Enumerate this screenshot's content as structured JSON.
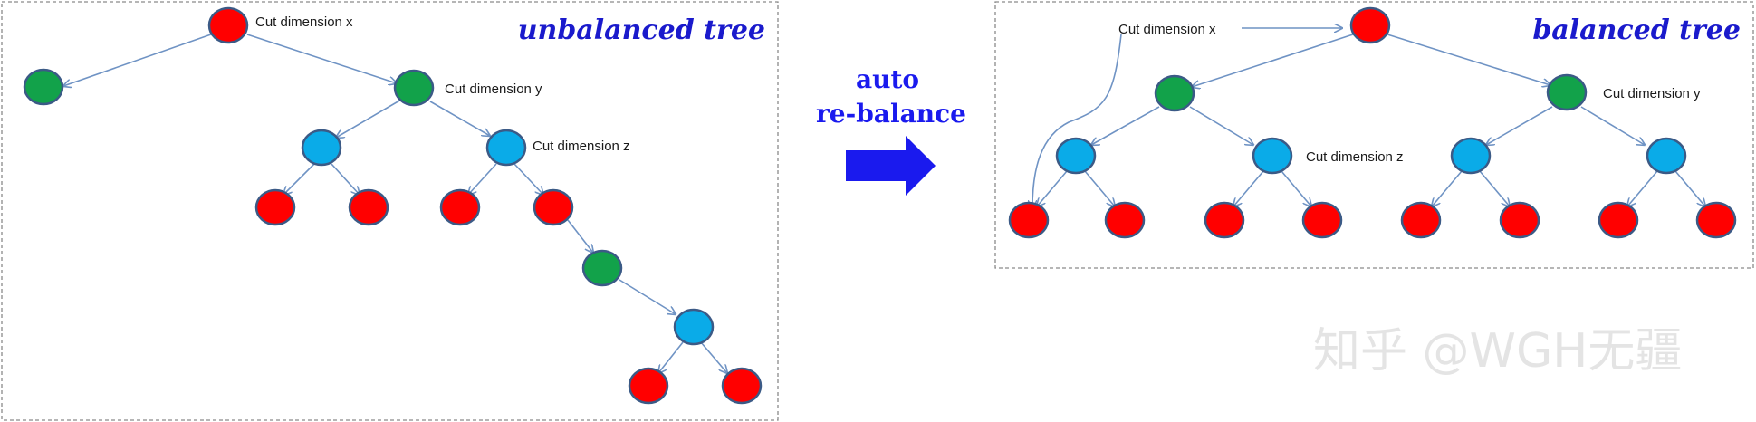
{
  "colors": {
    "red_node": "#ff0000",
    "green_node": "#12a24a",
    "blue_node": "#0aabe8",
    "node_stroke": "#3b5a86",
    "edge": "#6f93c4",
    "frame": "#8a8a8a",
    "title": "#1a1acc",
    "arrow": "#1a1aee",
    "watermark": "#e4e4e4"
  },
  "left_panel": {
    "title": "unbalanced tree",
    "labels": {
      "x": "Cut dimension x",
      "y": "Cut dimension y",
      "z": "Cut dimension z"
    }
  },
  "right_panel": {
    "title": "balanced tree",
    "labels": {
      "x": "Cut dimension x",
      "y": "Cut dimension y",
      "z": "Cut dimension z"
    }
  },
  "middle": {
    "line1": "auto",
    "line2": "re-balance",
    "arrow_icon": "right-arrow-icon"
  },
  "watermark": "知乎 @WGH无疆"
}
